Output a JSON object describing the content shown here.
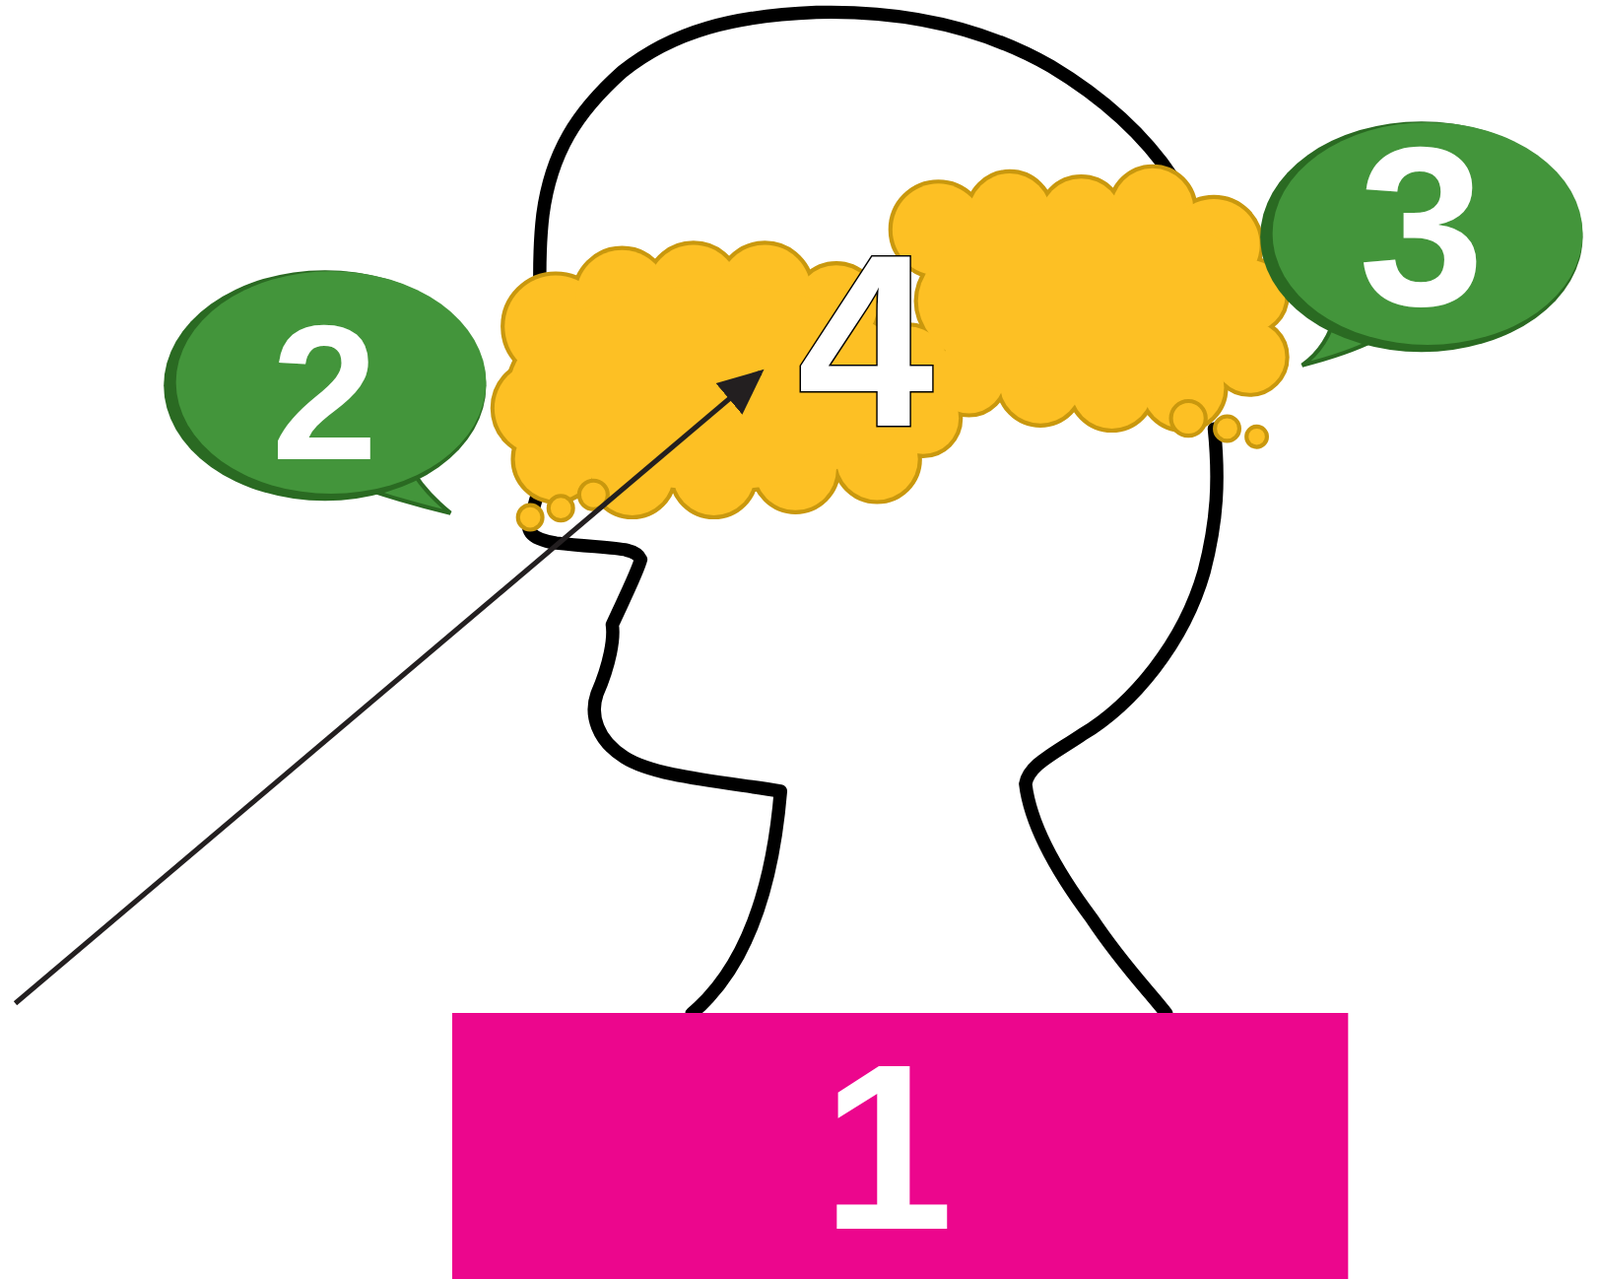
{
  "diagram": {
    "nodes": [
      {
        "text": [
          "2"
        ]
      },
      {
        "text": [
          "4"
        ]
      },
      {
        "text": [
          "3"
        ]
      },
      {
        "text": [
          "1"
        ]
      }
    ]
  }
}
